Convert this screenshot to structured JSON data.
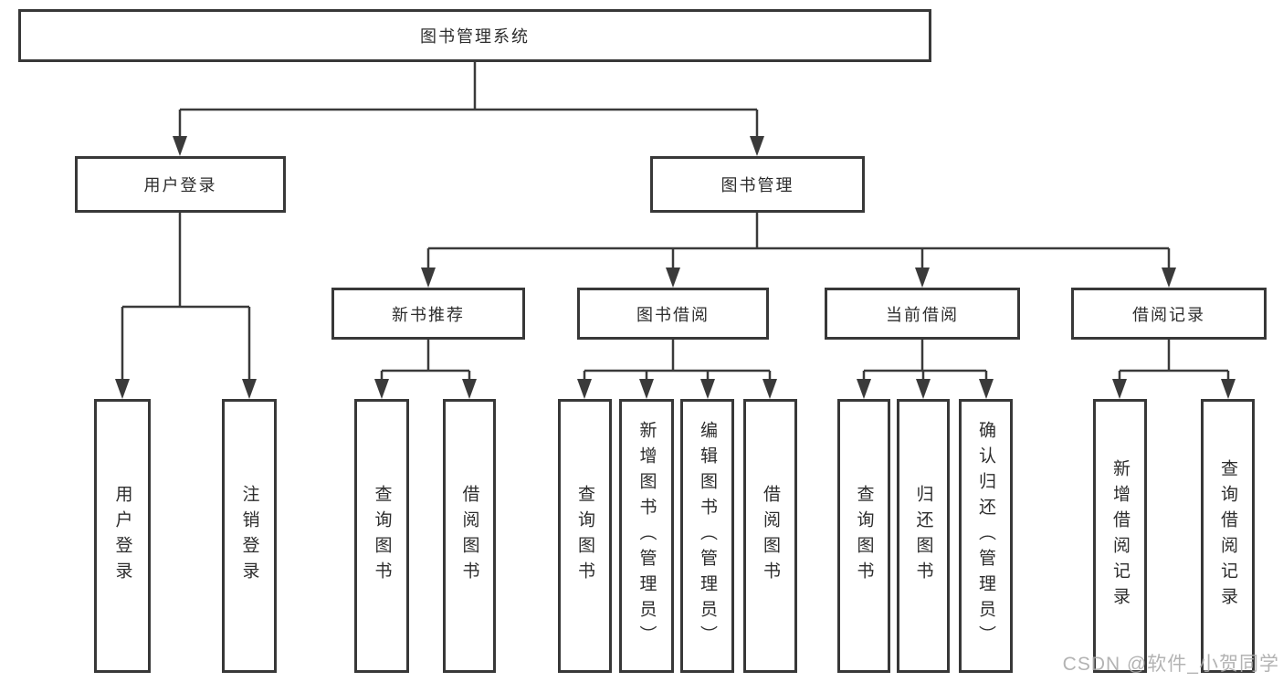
{
  "diagram": {
    "title_node": {
      "label": "图书管理系统"
    },
    "level2": [
      {
        "label": "用户登录"
      },
      {
        "label": "图书管理"
      }
    ],
    "level3": [
      {
        "label": "新书推荐",
        "parent": "图书管理"
      },
      {
        "label": "图书借阅",
        "parent": "图书管理"
      },
      {
        "label": "当前借阅",
        "parent": "图书管理"
      },
      {
        "label": "借阅记录",
        "parent": "图书管理"
      }
    ],
    "leaves": [
      {
        "label": "用户登录",
        "parent": "用户登录"
      },
      {
        "label": "注销登录",
        "parent": "用户登录"
      },
      {
        "label": "查询图书",
        "parent": "新书推荐"
      },
      {
        "label": "借阅图书",
        "parent": "新书推荐"
      },
      {
        "label": "查询图书",
        "parent": "图书借阅"
      },
      {
        "label": "新增图书（管理员）",
        "parent": "图书借阅"
      },
      {
        "label": "编辑图书（管理员）",
        "parent": "图书借阅"
      },
      {
        "label": "借阅图书",
        "parent": "图书借阅"
      },
      {
        "label": "查询图书",
        "parent": "当前借阅"
      },
      {
        "label": "归还图书",
        "parent": "当前借阅"
      },
      {
        "label": "确认归还（管理员）",
        "parent": "当前借阅"
      },
      {
        "label": "新增借阅记录",
        "parent": "借阅记录"
      },
      {
        "label": "查询借阅记录",
        "parent": "借阅记录"
      }
    ],
    "watermark": "CSDN @软件_小贺同学",
    "colors": {
      "line": "#3a3a3a",
      "arrow_fill": "#3a3a3a",
      "box_border": "#383838",
      "text": "#2d2d2d",
      "watermark": "#ababab",
      "background": "#ffffff"
    }
  }
}
